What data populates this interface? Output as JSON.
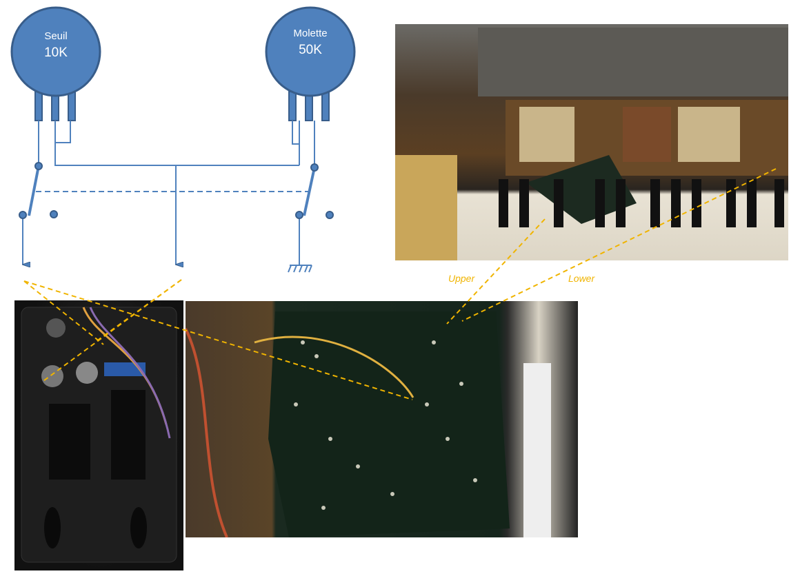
{
  "pots": [
    {
      "name": "Seuil",
      "value": "10K"
    },
    {
      "name": "Molette",
      "value": "50K"
    }
  ],
  "callouts": {
    "upper": "Upper",
    "lower": "Lower"
  },
  "colors": {
    "schematic": "#4f81bd",
    "outline": "#385d8a",
    "callout": "#f0b400"
  }
}
